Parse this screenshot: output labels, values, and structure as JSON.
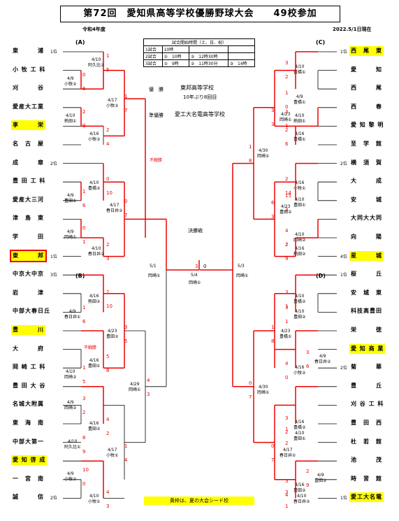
{
  "header": {
    "title": "第72回　愛知県高等学校優勝野球大会　　49校参加",
    "era": "令和4年度",
    "updated": "2022.5/1日現在"
  },
  "blocks": {
    "A": "(A)",
    "B": "(B)",
    "C": "(C)",
    "D": "(D)"
  },
  "schedule": {
    "title": "試合開始時間（土、日、祝）",
    "rows": [
      [
        "1試合",
        "10時"
      ],
      [
        "2試合",
        "①　10時",
        "②　12時30時"
      ],
      [
        "3試合",
        "①　9時",
        "②　11時30分",
        "③　14時"
      ]
    ]
  },
  "result": {
    "champion_label": "優　勝",
    "champion": "東邦高等学校",
    "champion_note": "10年ぶり8回目",
    "runner_label": "準優勝",
    "runner": "愛工大名電高等学校"
  },
  "final": {
    "label": "決勝戦",
    "date": "5/4",
    "venue": "岡崎①",
    "score_left": "3",
    "score_right": "0"
  },
  "semis": {
    "left_date": "5/1",
    "left_venue": "岡崎①",
    "right_date": "5/3",
    "right_venue": "岡崎①"
  },
  "legend": "黄枠は、夏の大会シード校",
  "teams_left": [
    {
      "name": "東　　　浦",
      "seed": "1位"
    },
    {
      "name": "小 牧 工 科",
      "seed": ""
    },
    {
      "name": "刈　　　谷",
      "seed": ""
    },
    {
      "name": "愛産大工業",
      "seed": ""
    },
    {
      "name": "享　　　栄",
      "seed": ""
    },
    {
      "name": "名　古　屋",
      "seed": ""
    },
    {
      "name": "成　　　章",
      "seed": "2位"
    },
    {
      "name": "豊 田 工 科",
      "seed": ""
    },
    {
      "name": "愛産大三河",
      "seed": ""
    },
    {
      "name": "津　島　東",
      "seed": ""
    },
    {
      "name": "学　　　田",
      "seed": ""
    },
    {
      "name": "東　　　邦",
      "seed": "1位"
    },
    {
      "name": "中京大中京",
      "seed": "3位"
    },
    {
      "name": "岩　　　津",
      "seed": ""
    },
    {
      "name": "中部大春日丘",
      "seed": ""
    },
    {
      "name": "豊　　　川",
      "seed": ""
    },
    {
      "name": "大　　　府",
      "seed": ""
    },
    {
      "name": "岡 崎 工 科",
      "seed": ""
    },
    {
      "name": "豊 田 大 谷",
      "seed": ""
    },
    {
      "name": "名城大附属",
      "seed": ""
    },
    {
      "name": "東　海　南",
      "seed": ""
    },
    {
      "name": "中部大第一",
      "seed": ""
    },
    {
      "name": "愛 知 啓 成",
      "seed": ""
    },
    {
      "name": "一　宮　南",
      "seed": ""
    },
    {
      "name": "誠　　　信",
      "seed": "2位"
    }
  ],
  "teams_right": [
    {
      "name": "西　尾　東",
      "seed": "1位"
    },
    {
      "name": "愛　　　知",
      "seed": ""
    },
    {
      "name": "西　　　尾",
      "seed": ""
    },
    {
      "name": "西　　　春",
      "seed": ""
    },
    {
      "name": "愛 知 黎 明",
      "seed": ""
    },
    {
      "name": "至　学　館",
      "seed": ""
    },
    {
      "name": "横　須　賀",
      "seed": "2位"
    },
    {
      "name": "大　　　成",
      "seed": ""
    },
    {
      "name": "安　　　城",
      "seed": ""
    },
    {
      "name": "大同大大同",
      "seed": ""
    },
    {
      "name": "向　　　陽",
      "seed": ""
    },
    {
      "name": "星　　　城",
      "seed": "4位"
    },
    {
      "name": "桜　　　丘",
      "seed": "1位"
    },
    {
      "name": "安　城　東",
      "seed": ""
    },
    {
      "name": "科技高豊田",
      "seed": ""
    },
    {
      "name": "栄　　　徳",
      "seed": ""
    },
    {
      "name": "愛 知 商 業",
      "seed": ""
    },
    {
      "name": "菊　　　華",
      "seed": "2位"
    },
    {
      "name": "豊　　　丘",
      "seed": ""
    },
    {
      "name": "刈 谷 工 科",
      "seed": ""
    },
    {
      "name": "豊　田　西",
      "seed": ""
    },
    {
      "name": "杜　若　館",
      "seed": ""
    },
    {
      "name": "池　　　茂",
      "seed": ""
    },
    {
      "name": "時　習　館",
      "seed": ""
    },
    {
      "name": "愛工大名電",
      "seed": "1位"
    }
  ],
  "games": [
    {
      "d": "4/10",
      "v": "阿久比②",
      "a": "1",
      "b": "5"
    },
    {
      "d": "4/9",
      "v": "小牧②",
      "a": "0",
      "b": "6"
    },
    {
      "d": "4/17",
      "v": "小牧②",
      "a": "1",
      "b": "7"
    },
    {
      "d": "4/10",
      "v": "熱田①",
      "a": "2",
      "b": "9"
    },
    {
      "d": "4/16",
      "v": "小牧②",
      "a": "2",
      "b": "4"
    },
    {
      "d": "4/10",
      "v": "豊橋②",
      "a": "0",
      "b": "10"
    },
    {
      "d": "4/9",
      "v": "豊田①",
      "a": "1",
      "b": "6"
    },
    {
      "d": "4/17",
      "v": "春日井②",
      "a": "0",
      "b": "7"
    },
    {
      "d": "4/9",
      "v": "岡崎①",
      "a": "0",
      "b": "1"
    },
    {
      "d": "4/10",
      "v": "春日井②",
      "a": "2",
      "b": "3"
    },
    {
      "d": "4/16",
      "v": "熱田②",
      "a": "2",
      "b": "10"
    },
    {
      "d": "4/9",
      "v": "春日井①",
      "a": "1",
      "b": "6"
    },
    {
      "d": "4/23",
      "v": "豊田②",
      "a": "3",
      "b": "5"
    },
    {
      "d": "4/16",
      "v": "豊田①",
      "a": "5",
      "b": "8"
    },
    {
      "d": "4/10",
      "v": "岡崎②",
      "a": "1",
      "b": "5"
    },
    {
      "d": "4/29",
      "v": "岡崎①",
      "a": "4",
      "b": "3"
    },
    {
      "d": "4/9",
      "v": "岡崎②",
      "a": "3",
      "b": "2"
    },
    {
      "d": "4/16",
      "v": "豊田②",
      "a": "4",
      "b": "2"
    },
    {
      "d": "4/10",
      "v": "阿久比①",
      "a": "8",
      "b": "9"
    },
    {
      "d": "4/17",
      "v": "小牧①",
      "a": "1",
      "b": "4"
    },
    {
      "d": "4/9",
      "v": "小牧②",
      "a": "10",
      "b": "0"
    },
    {
      "d": "4/10",
      "v": "小牧①",
      "a": "4",
      "b": "3"
    },
    {
      "d": "4/10",
      "v": "豊橋①",
      "a": "3",
      "b": "2"
    },
    {
      "d": "4/9",
      "v": "豊橋①",
      "a": "1",
      "b": "0"
    },
    {
      "d": "4/23",
      "v": "岡崎①",
      "a": "3",
      "b": "3"
    },
    {
      "d": "4/10",
      "v": "熱田①",
      "a": "3",
      "b": "1"
    },
    {
      "d": "4/16",
      "v": "豊橋①",
      "a": "2",
      "b": "6"
    },
    {
      "d": "4/30",
      "v": "岡崎①",
      "a": "1",
      "b": "8"
    },
    {
      "d": "4/16",
      "v": "小牧①",
      "a": "2",
      "b": "14"
    },
    {
      "d": "4/10",
      "v": "豊田①",
      "a": "15",
      "b": "3"
    },
    {
      "d": "4/23",
      "v": "豊田②",
      "a": "6",
      "b": "3"
    },
    {
      "d": "4/10",
      "v": "岡崎②",
      "a": "4",
      "b": "2"
    },
    {
      "d": "4/16",
      "v": "熱田②",
      "a": "7",
      "b": "9"
    },
    {
      "d": "4/10",
      "v": "豊橋②",
      "a": "3",
      "b": "1"
    },
    {
      "d": "4/10",
      "v": "豊田②",
      "a": "3",
      "b": "1"
    },
    {
      "d": "4/23",
      "v": "豊橋①",
      "a": "1",
      "b": "8"
    },
    {
      "d": "4/9",
      "v": "春日井②",
      "a": "3",
      "b": "6"
    },
    {
      "d": "4/16",
      "v": "小牧②",
      "a": "4",
      "b": "0"
    },
    {
      "d": "4/30",
      "v": "岡崎①",
      "a": "0",
      "b": "7"
    },
    {
      "d": "4/16",
      "v": "豊橋②",
      "a": "3",
      "b": "2"
    },
    {
      "d": "4/10",
      "v": "豊田①",
      "a": "1",
      "b": "2"
    },
    {
      "d": "4/17",
      "v": "春日井①",
      "a": "0",
      "b": "7"
    },
    {
      "d": "4/9",
      "v": "豊田②",
      "a": "2",
      "b": "9"
    },
    {
      "d": "4/16",
      "v": "豊田②",
      "a": "3",
      "b": "4"
    },
    {
      "d": "4/10",
      "v": "春日井②",
      "a": "3",
      "b": "1"
    }
  ],
  "notes": {
    "forfeit": "不戦勝"
  }
}
